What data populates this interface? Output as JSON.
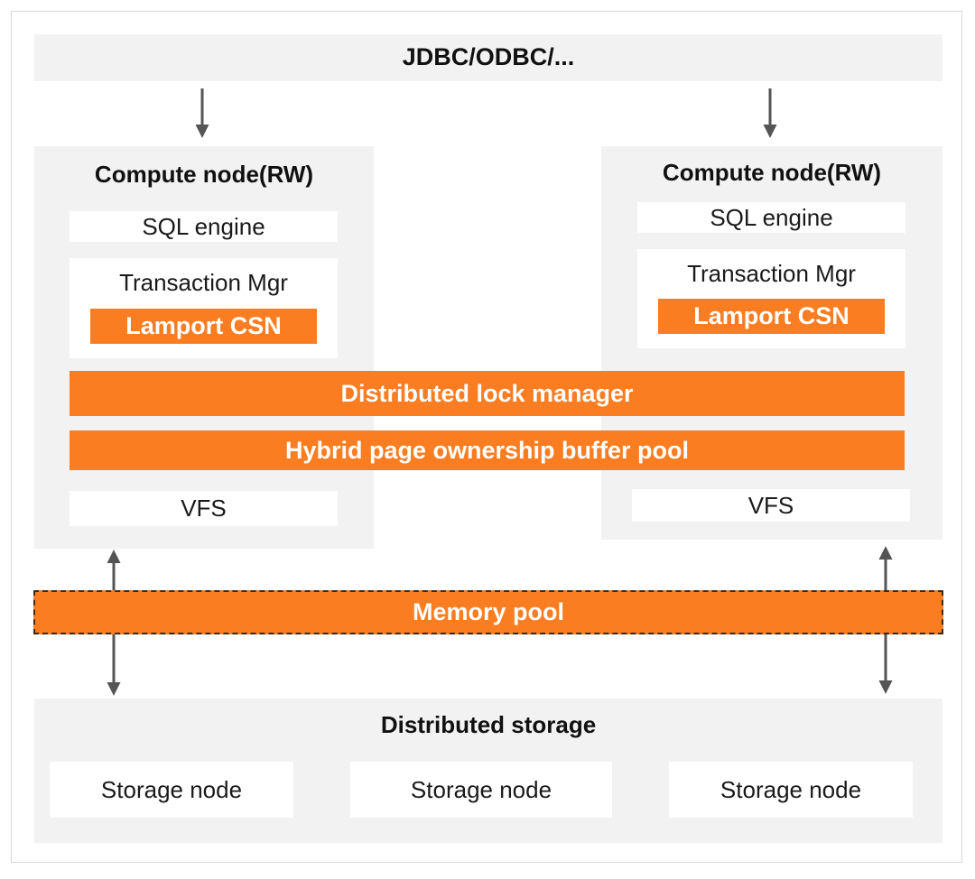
{
  "diagram": {
    "client": {
      "label": "JDBC/ODBC/..."
    },
    "compute_nodes": [
      {
        "title": "Compute node(RW)",
        "sql_engine": "SQL engine",
        "transaction_mgr": "Transaction Mgr",
        "lamport": "Lamport CSN",
        "vfs": "VFS"
      },
      {
        "title": "Compute node(RW)",
        "sql_engine": "SQL engine",
        "transaction_mgr": "Transaction Mgr",
        "lamport": "Lamport CSN",
        "vfs": "VFS"
      }
    ],
    "shared_layers": {
      "lock_manager": "Distributed lock manager",
      "buffer_pool": "Hybrid page ownership buffer pool"
    },
    "memory_pool": "Memory pool",
    "storage": {
      "title": "Distributed storage",
      "nodes": [
        "Storage node",
        "Storage node",
        "Storage node"
      ]
    },
    "colors": {
      "accent": "#fa7d22",
      "panel": "#f2f2f2",
      "arrow": "#555555"
    }
  }
}
